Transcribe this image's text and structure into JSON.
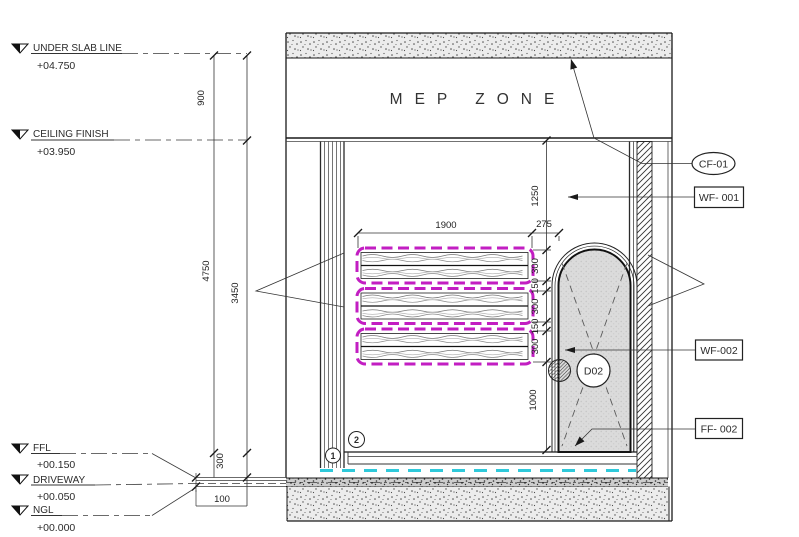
{
  "labels": {
    "mep_zone": "MEP ZONE"
  },
  "levels": [
    {
      "name": "UNDER SLAB LINE",
      "elevation": "+04.750"
    },
    {
      "name": "CEILING FINISH",
      "elevation": "+03.950"
    },
    {
      "name": "FFL",
      "elevation": "+00.150"
    },
    {
      "name": "DRIVEWAY",
      "elevation": "+00.050"
    },
    {
      "name": "NGL",
      "elevation": "+00.000"
    }
  ],
  "dimensions": {
    "slab_zone": "900",
    "overall": "4750",
    "clear_height": "3450",
    "louver_width": "1900",
    "louver_offset": "275",
    "top_offset": "1250",
    "stack": [
      "300",
      "150",
      "300",
      "150",
      "300"
    ],
    "door_zone": "1000",
    "base": "300",
    "base_offset": "100"
  },
  "tags": {
    "cf01": "CF-01",
    "wf001": "WF- 001",
    "wf002": "WF-002",
    "ff002": "FF- 002",
    "door": "D02"
  },
  "keynotes": [
    "1",
    "2"
  ],
  "colors": {
    "louver": "#c21ec2",
    "waterproofing": "#2fc9da",
    "keynote": "#8d3b2b"
  }
}
